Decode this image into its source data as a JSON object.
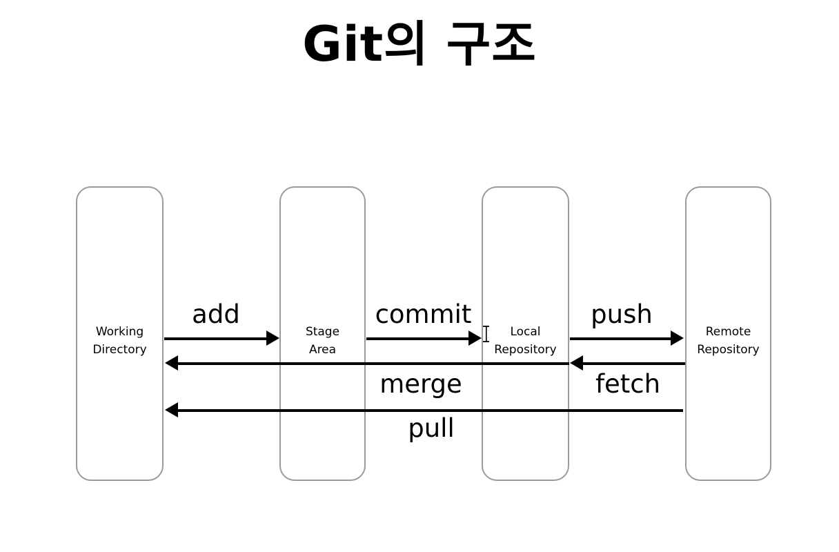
{
  "title": "Git의 구조",
  "theme": {
    "background": "#ffffff",
    "box_border": "#9a9a9a",
    "arrow": "#000000",
    "text": "#000000"
  },
  "nodes": [
    {
      "id": "working-directory",
      "label": "Working\nDirectory"
    },
    {
      "id": "stage-area",
      "label": "Stage\nArea"
    },
    {
      "id": "local-repository",
      "label": "Local\nRepository"
    },
    {
      "id": "remote-repository",
      "label": "Remote\nRepository"
    }
  ],
  "edges": [
    {
      "id": "add",
      "label": "add",
      "from": "working-directory",
      "to": "stage-area",
      "direction": "right"
    },
    {
      "id": "commit",
      "label": "commit",
      "from": "stage-area",
      "to": "local-repository",
      "direction": "right"
    },
    {
      "id": "push",
      "label": "push",
      "from": "local-repository",
      "to": "remote-repository",
      "direction": "right"
    },
    {
      "id": "merge",
      "label": "merge",
      "from": "local-repository",
      "to": "working-directory",
      "direction": "left"
    },
    {
      "id": "fetch",
      "label": "fetch",
      "from": "remote-repository",
      "to": "local-repository",
      "direction": "left"
    },
    {
      "id": "pull",
      "label": "pull",
      "from": "remote-repository",
      "to": "working-directory",
      "direction": "left"
    }
  ],
  "cursor": {
    "type": "text-cursor-ibeam"
  }
}
